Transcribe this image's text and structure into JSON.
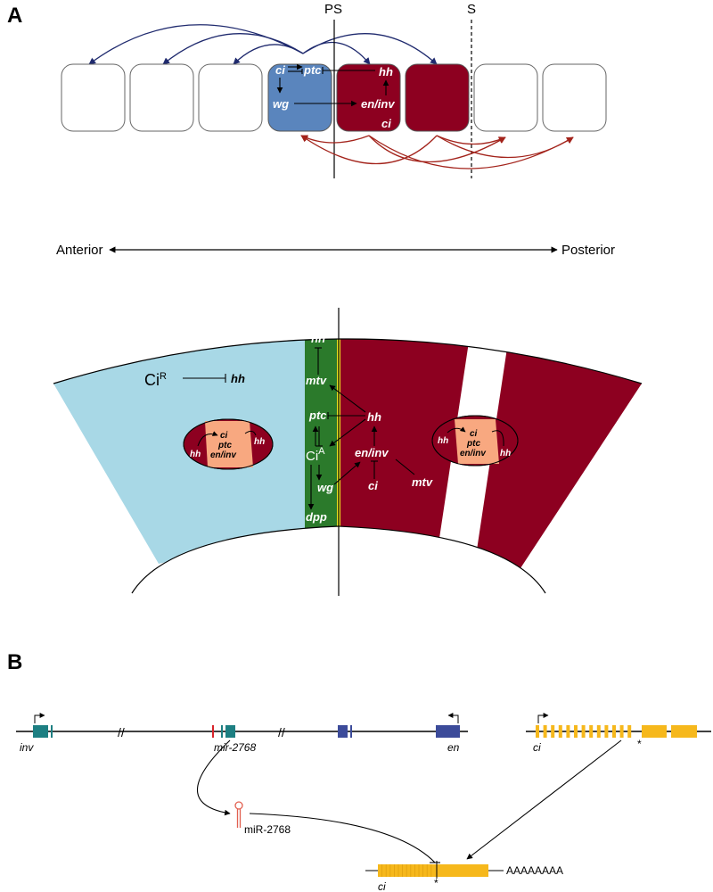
{
  "panel_a": {
    "letter": "A",
    "ps_label": "PS",
    "s_label": "S",
    "anterior_label": "Anterior",
    "posterior_label": "Posterior",
    "row_genes": {
      "ci": "ci",
      "ptc": "ptc",
      "wg": "wg",
      "hh": "hh",
      "en_inv": "en/inv",
      "ci2": "ci"
    },
    "wedge": {
      "ciR": "Ci",
      "ciR_sup": "R",
      "ciR_target": "hh",
      "hh_top": "hh",
      "mtv_top": "mtv",
      "ptc": "ptc",
      "hh_mid": "hh",
      "ciA": "Ci",
      "ciA_sup": "A",
      "en_inv": "en/inv",
      "wg": "wg",
      "ci": "ci",
      "mtv_right": "mtv",
      "dpp": "dpp"
    },
    "left_oval": {
      "hh_left": "hh",
      "ci": "ci",
      "ptc": "ptc",
      "en_inv": "en/inv",
      "hh_right": "hh"
    },
    "right_oval": {
      "hh_left": "hh",
      "ci": "ci",
      "ptc": "ptc",
      "en_inv": "en/inv",
      "hh_right": "hh"
    }
  },
  "panel_b": {
    "letter": "B",
    "inv": "inv",
    "mir_gene": "mir-2768",
    "en": "en",
    "ci_gene": "ci",
    "mirna": "miR-2768",
    "ci_transcript": "ci",
    "polya": "AAAAAAAA",
    "star": "*"
  },
  "colors": {
    "anterior_blue": "#5a85bd",
    "posterior_red": "#8d0020",
    "light_blue": "#a8d8e6",
    "green_stripe": "#2b7a2b",
    "yellow_line": "#e8e020",
    "oval_peach": "#f8a880",
    "teal_exon": "#1d7f82",
    "navy_exon": "#3c4b9a",
    "ci_exon": "#f6b81c",
    "mirna": "#e26050"
  }
}
